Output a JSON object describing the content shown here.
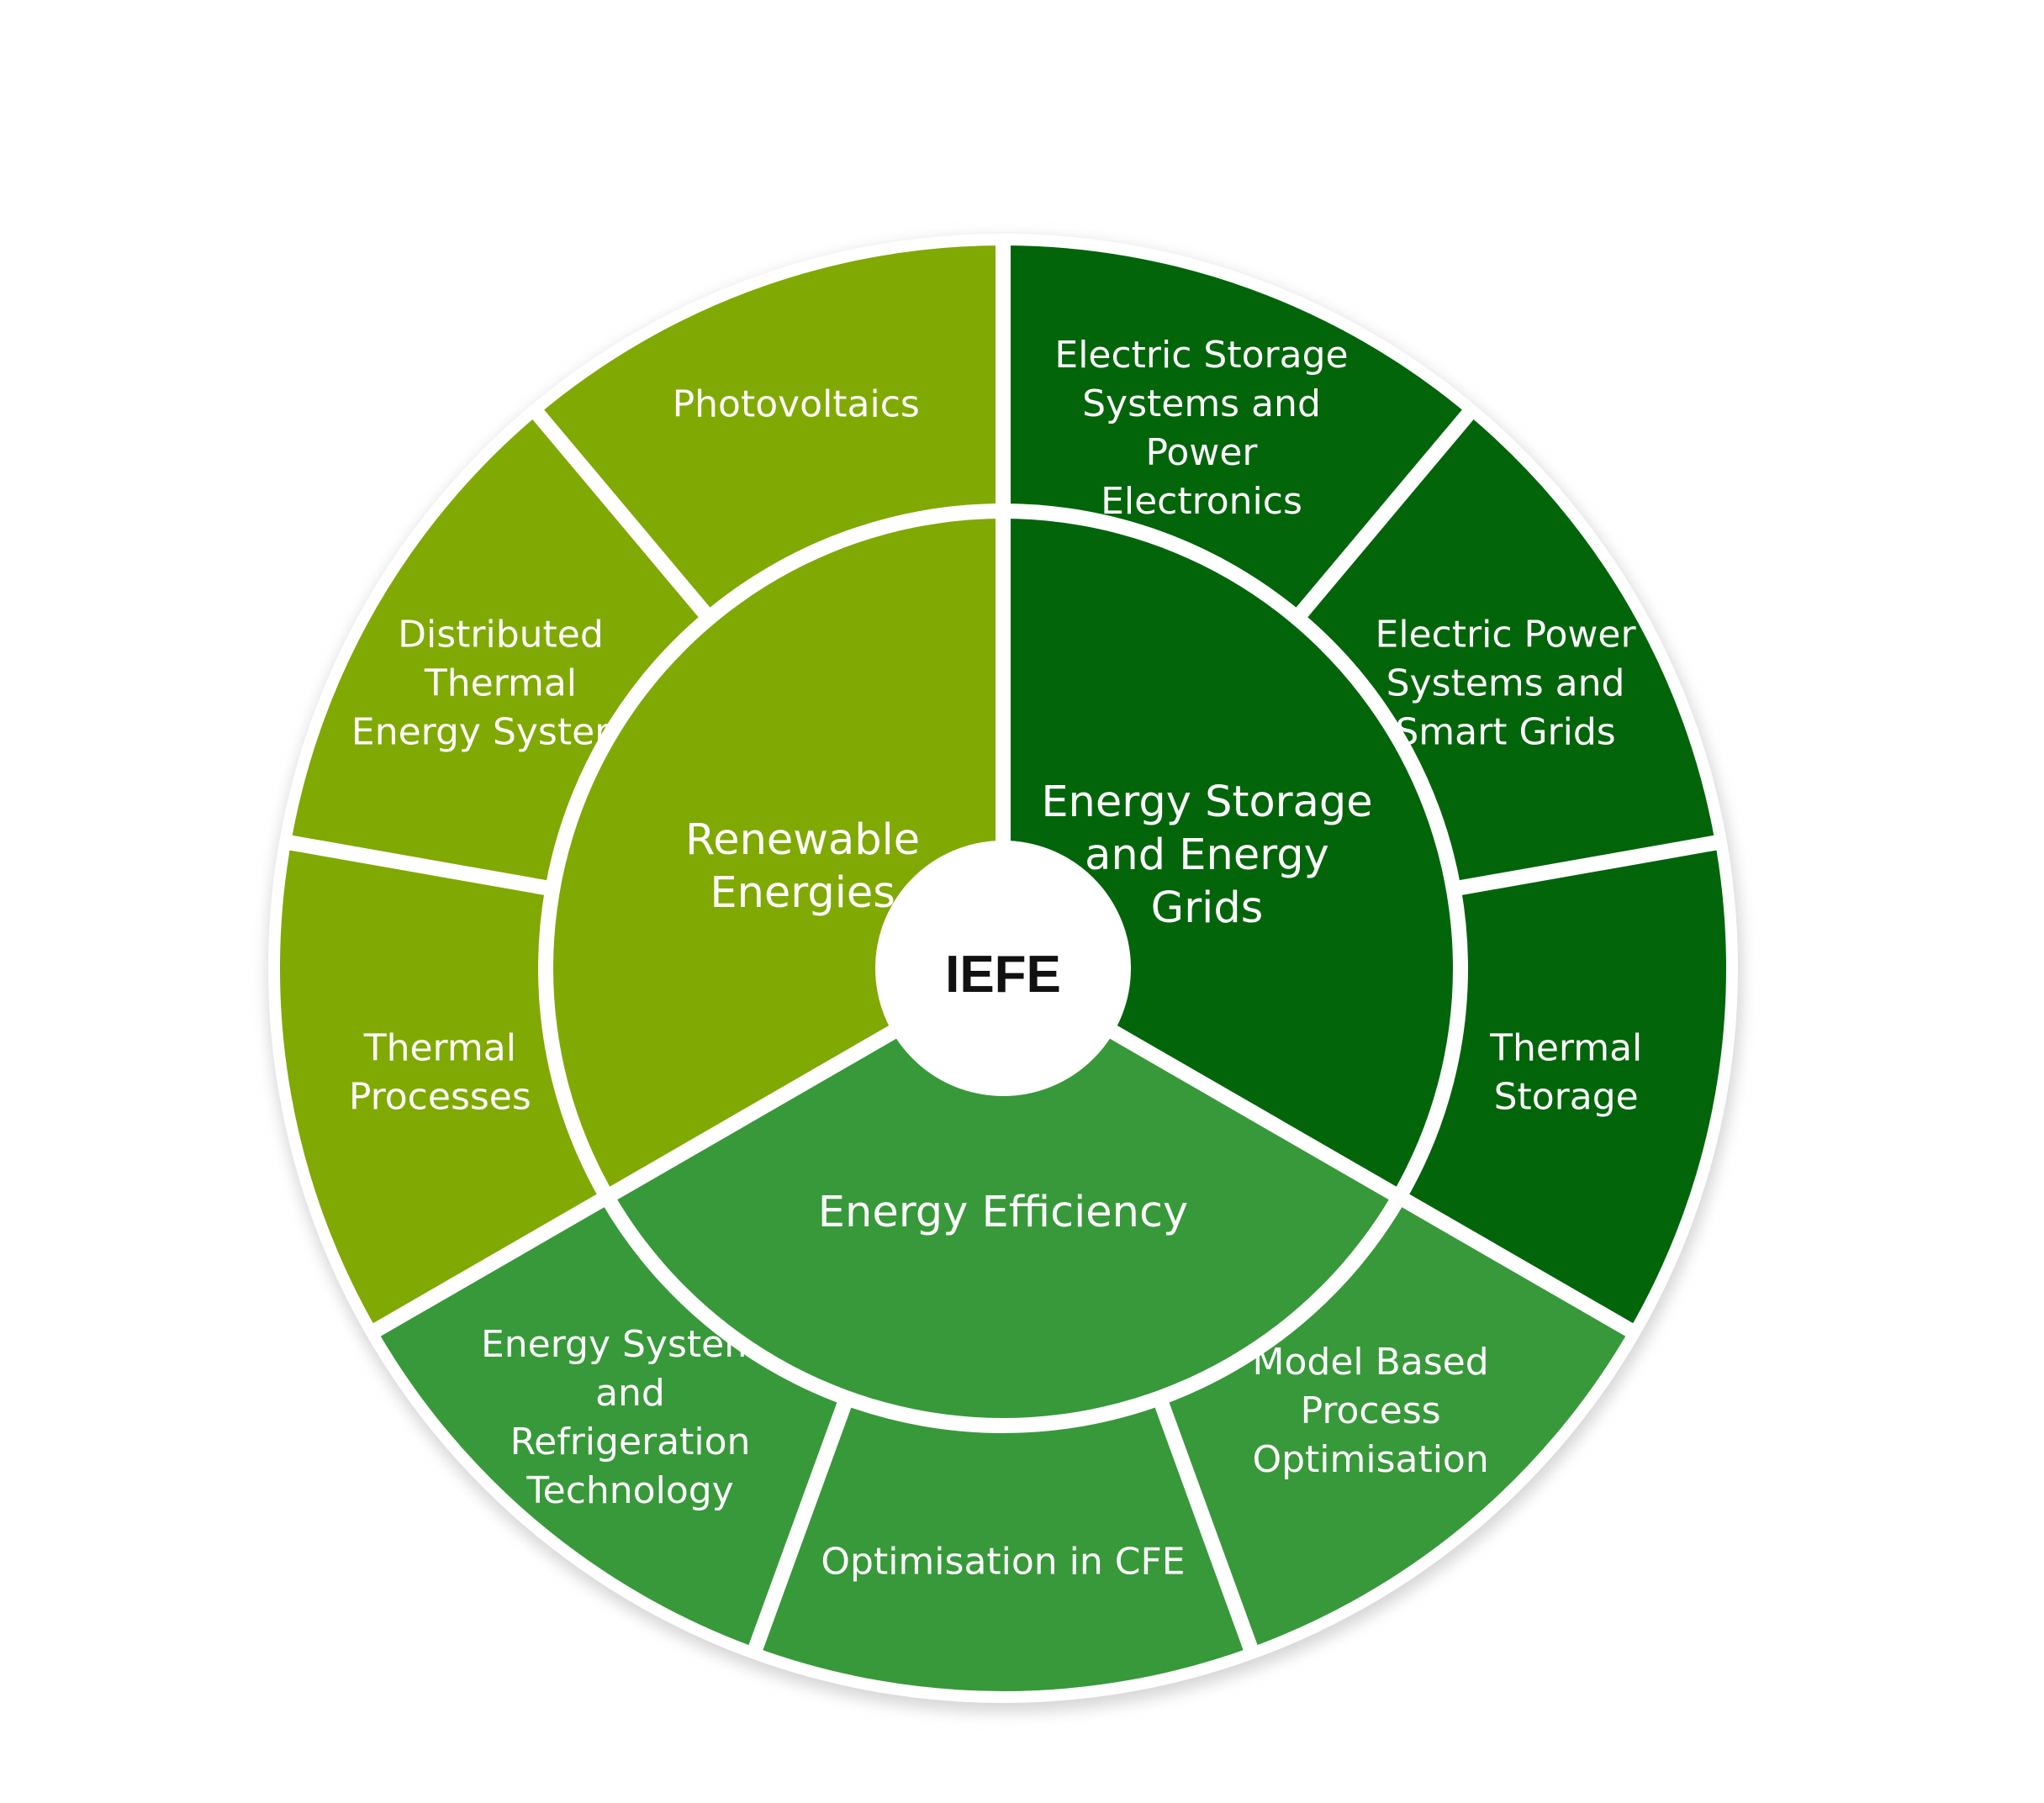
{
  "center": {
    "label": "IEFE"
  },
  "colors": {
    "renewable": "#80a904",
    "storage": "#03650a",
    "efficiency": "#38993a",
    "divider": "#ffffff",
    "center_fill": "#ffffff",
    "center_text": "#111111"
  },
  "inner_segments": [
    {
      "id": "storage",
      "color_key": "storage",
      "lines": [
        "Energy Storage",
        "and Energy",
        "Grids"
      ]
    },
    {
      "id": "efficiency",
      "color_key": "efficiency",
      "lines": [
        "Energy Efficiency"
      ]
    },
    {
      "id": "renewable",
      "color_key": "renewable",
      "lines": [
        "Renewable",
        "Energies"
      ]
    }
  ],
  "outer_segments": [
    {
      "id": "electric-storage",
      "color_key": "storage",
      "lines": [
        "Electric Storage",
        "Systems and",
        "Power",
        "Electronics"
      ]
    },
    {
      "id": "electric-power",
      "color_key": "storage",
      "lines": [
        "Electric Power",
        "Systems and",
        "Smart Grids"
      ]
    },
    {
      "id": "thermal-storage",
      "color_key": "storage",
      "lines": [
        "Thermal",
        "Storage"
      ]
    },
    {
      "id": "model-based",
      "color_key": "efficiency",
      "lines": [
        "Model Based",
        "Process",
        "Optimisation"
      ]
    },
    {
      "id": "optimisation-cfe",
      "color_key": "efficiency",
      "lines": [
        "Optimisation in CFE"
      ]
    },
    {
      "id": "energy-systems",
      "color_key": "efficiency",
      "lines": [
        "Energy Systems",
        "and",
        "Refrigeration",
        "Technology"
      ]
    },
    {
      "id": "thermal-processes",
      "color_key": "renewable",
      "lines": [
        "Thermal",
        "Processes"
      ]
    },
    {
      "id": "distributed-thermal",
      "color_key": "renewable",
      "lines": [
        "Distributed",
        "Thermal",
        "Energy Systems"
      ]
    },
    {
      "id": "photovoltaics",
      "color_key": "renewable",
      "lines": [
        "Photovoltaics"
      ]
    }
  ]
}
